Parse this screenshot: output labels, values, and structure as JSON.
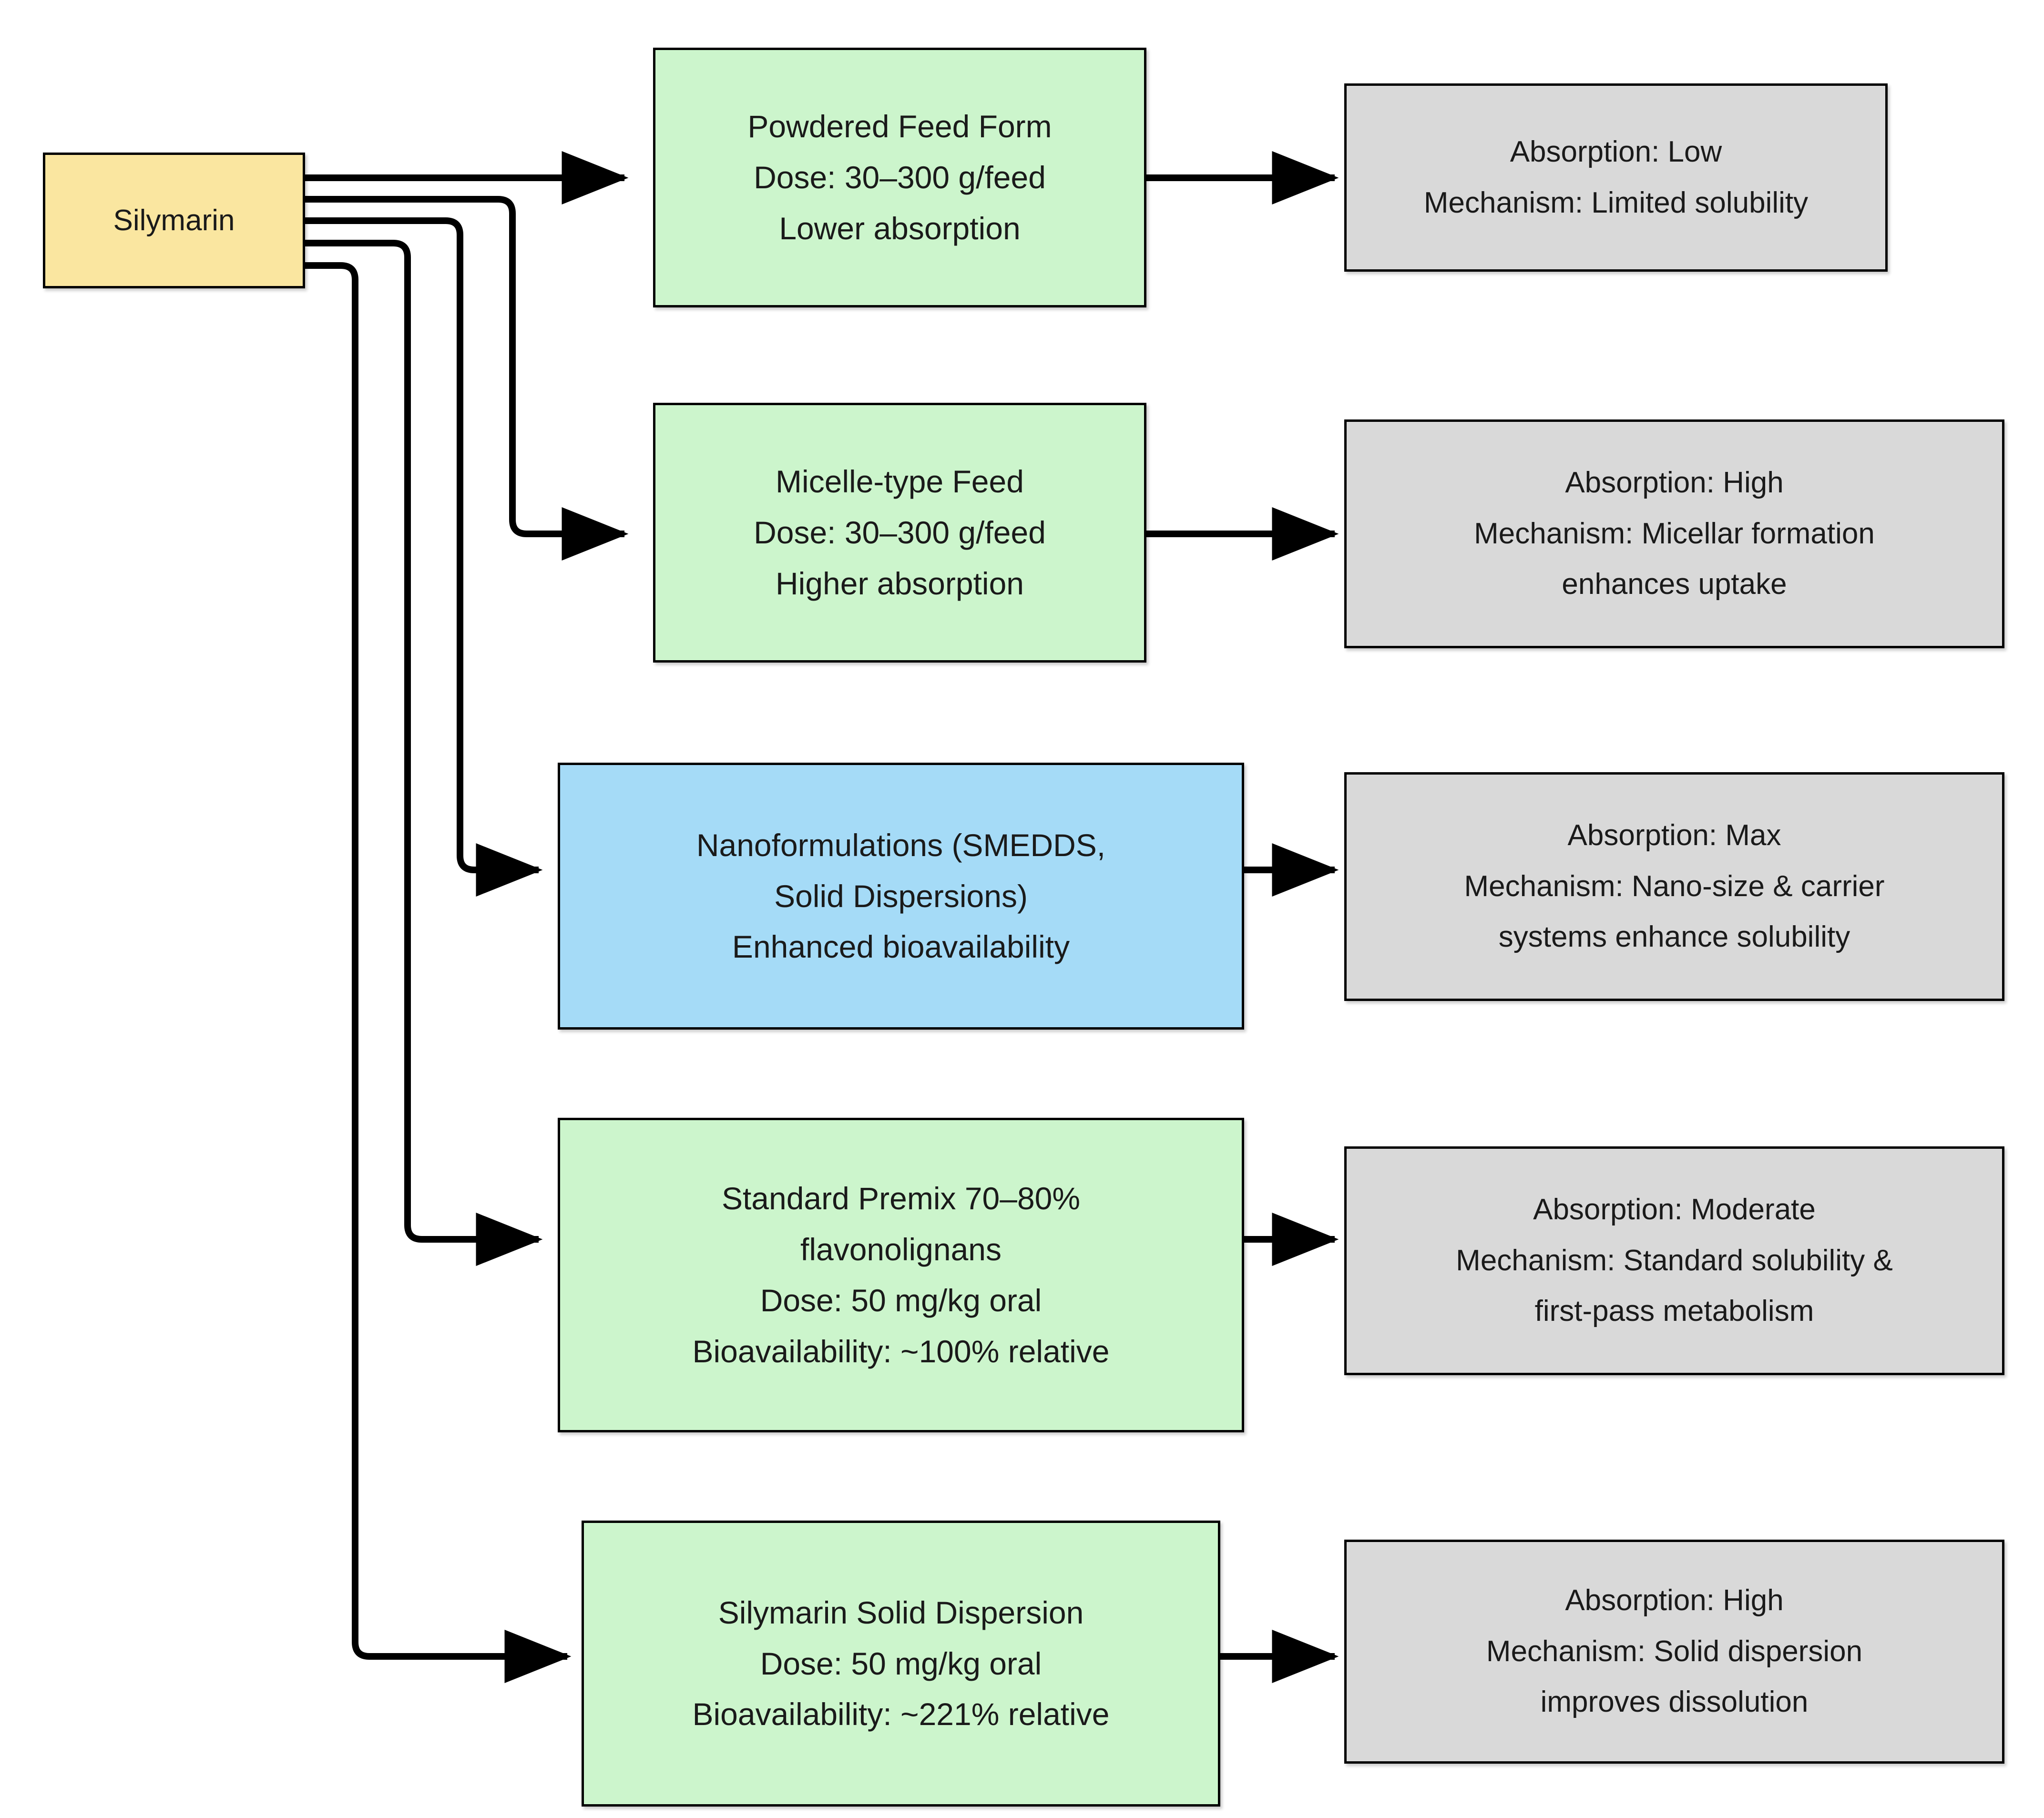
{
  "diagram": {
    "title": "Silymarin formulation and absorption flowchart",
    "colors": {
      "root_fill": "#fae6a0",
      "formulation_fill": "#ccf5cc",
      "highlight_fill": "#a5dbf7",
      "outcome_fill": "#d9d9d9",
      "stroke": "#000000",
      "background": "#ffffff"
    },
    "root": {
      "label": "Silymarin"
    },
    "branches": [
      {
        "id": "powdered-feed-form",
        "kind": "formulation",
        "fill": "formulation_fill",
        "lines": [
          "Powdered Feed Form",
          "Dose: 30–300 g/feed",
          "Lower absorption"
        ],
        "outcome": {
          "id": "outcome-powdered-feed-form",
          "lines": [
            "Absorption: Low",
            "Mechanism: Limited solubility"
          ]
        }
      },
      {
        "id": "micelle-type-feed",
        "kind": "formulation",
        "fill": "formulation_fill",
        "lines": [
          "Micelle-type Feed",
          "Dose: 30–300 g/feed",
          "Higher absorption"
        ],
        "outcome": {
          "id": "outcome-micelle-type-feed",
          "lines": [
            "Absorption: High",
            "Mechanism: Micellar formation",
            "enhances uptake"
          ]
        }
      },
      {
        "id": "nanoformulations",
        "kind": "formulation-highlight",
        "fill": "highlight_fill",
        "lines": [
          "Nanoformulations (SMEDDS,",
          "Solid Dispersions)",
          "Enhanced bioavailability"
        ],
        "outcome": {
          "id": "outcome-nanoformulations",
          "lines": [
            "Absorption: Max",
            "Mechanism: Nano-size & carrier",
            "systems enhance solubility"
          ]
        }
      },
      {
        "id": "standard-premix",
        "kind": "formulation",
        "fill": "formulation_fill",
        "lines": [
          "Standard Premix 70–80%",
          "flavonolignans",
          "Dose: 50 mg/kg oral",
          "Bioavailability: ~100% relative"
        ],
        "outcome": {
          "id": "outcome-standard-premix",
          "lines": [
            "Absorption: Moderate",
            "Mechanism: Standard solubility &",
            "first-pass metabolism"
          ]
        }
      },
      {
        "id": "silymarin-solid-dispersion",
        "kind": "formulation",
        "fill": "formulation_fill",
        "lines": [
          "Silymarin Solid Dispersion",
          "Dose: 50 mg/kg oral",
          "Bioavailability: ~221% relative"
        ],
        "outcome": {
          "id": "outcome-silymarin-solid-dispersion",
          "lines": [
            "Absorption: High",
            "Mechanism: Solid dispersion",
            "improves dissolution"
          ]
        }
      }
    ]
  }
}
